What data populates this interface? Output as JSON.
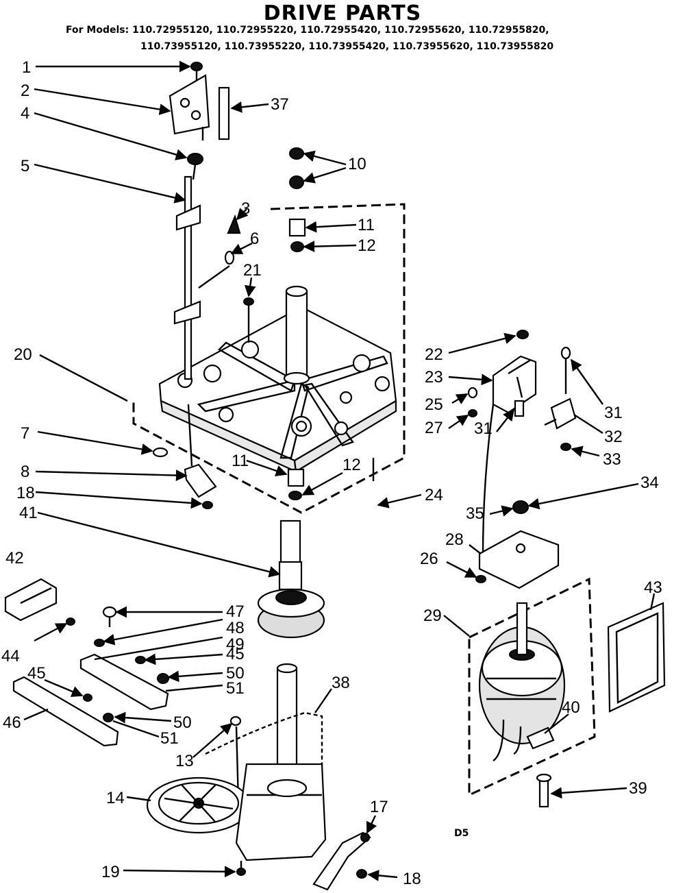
{
  "header": {
    "title": "DRIVE PARTS",
    "models_line1": "For Models: 110.72955120, 110.72955220, 110.72955420, 110.72955620, 110.72955820,",
    "models_line2": "110.73955120, 110.73955220, 110.73955420, 110.73955620, 110.73955820"
  },
  "footer": {
    "code": "D5"
  },
  "callouts": [
    {
      "id": "c1",
      "label": "1"
    },
    {
      "id": "c2",
      "label": "2"
    },
    {
      "id": "c3",
      "label": "3"
    },
    {
      "id": "c4",
      "label": "4"
    },
    {
      "id": "c5",
      "label": "5"
    },
    {
      "id": "c6",
      "label": "6"
    },
    {
      "id": "c7",
      "label": "7"
    },
    {
      "id": "c8",
      "label": "8"
    },
    {
      "id": "c10",
      "label": "10"
    },
    {
      "id": "c11a",
      "label": "11"
    },
    {
      "id": "c11b",
      "label": "11"
    },
    {
      "id": "c12a",
      "label": "12"
    },
    {
      "id": "c12b",
      "label": "12"
    },
    {
      "id": "c13",
      "label": "13"
    },
    {
      "id": "c14",
      "label": "14"
    },
    {
      "id": "c17",
      "label": "17"
    },
    {
      "id": "c18a",
      "label": "18"
    },
    {
      "id": "c18b",
      "label": "18"
    },
    {
      "id": "c19",
      "label": "19"
    },
    {
      "id": "c20",
      "label": "20"
    },
    {
      "id": "c21",
      "label": "21"
    },
    {
      "id": "c22",
      "label": "22"
    },
    {
      "id": "c23",
      "label": "23"
    },
    {
      "id": "c24",
      "label": "24"
    },
    {
      "id": "c25",
      "label": "25"
    },
    {
      "id": "c26",
      "label": "26"
    },
    {
      "id": "c27",
      "label": "27"
    },
    {
      "id": "c28",
      "label": "28"
    },
    {
      "id": "c29",
      "label": "29"
    },
    {
      "id": "c31a",
      "label": "31"
    },
    {
      "id": "c31b",
      "label": "31"
    },
    {
      "id": "c32",
      "label": "32"
    },
    {
      "id": "c33",
      "label": "33"
    },
    {
      "id": "c34",
      "label": "34"
    },
    {
      "id": "c35",
      "label": "35"
    },
    {
      "id": "c37",
      "label": "37"
    },
    {
      "id": "c38",
      "label": "38"
    },
    {
      "id": "c39",
      "label": "39"
    },
    {
      "id": "c40",
      "label": "40"
    },
    {
      "id": "c41",
      "label": "41"
    },
    {
      "id": "c42",
      "label": "42"
    },
    {
      "id": "c43",
      "label": "43"
    },
    {
      "id": "c44",
      "label": "44"
    },
    {
      "id": "c45a",
      "label": "45"
    },
    {
      "id": "c45b",
      "label": "45"
    },
    {
      "id": "c46",
      "label": "46"
    },
    {
      "id": "c47",
      "label": "47"
    },
    {
      "id": "c48",
      "label": "48"
    },
    {
      "id": "c49",
      "label": "49"
    },
    {
      "id": "c50a",
      "label": "50"
    },
    {
      "id": "c50b",
      "label": "50"
    },
    {
      "id": "c51a",
      "label": "51"
    },
    {
      "id": "c51b",
      "label": "51"
    }
  ]
}
